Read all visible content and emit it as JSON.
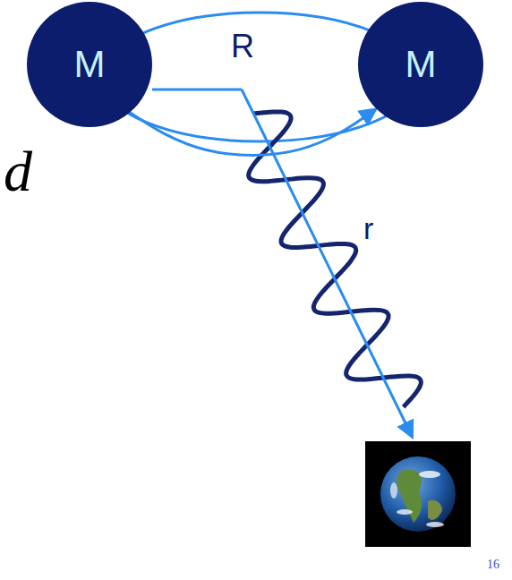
{
  "diagram": {
    "nodes": [
      {
        "text": [
          "M"
        ]
      },
      {
        "text": [
          "M"
        ]
      }
    ],
    "edges": [
      {
        "from": 0,
        "to": 1,
        "arrow": "to"
      }
    ],
    "labels": [
      "R",
      "d",
      "r",
      "16"
    ]
  }
}
